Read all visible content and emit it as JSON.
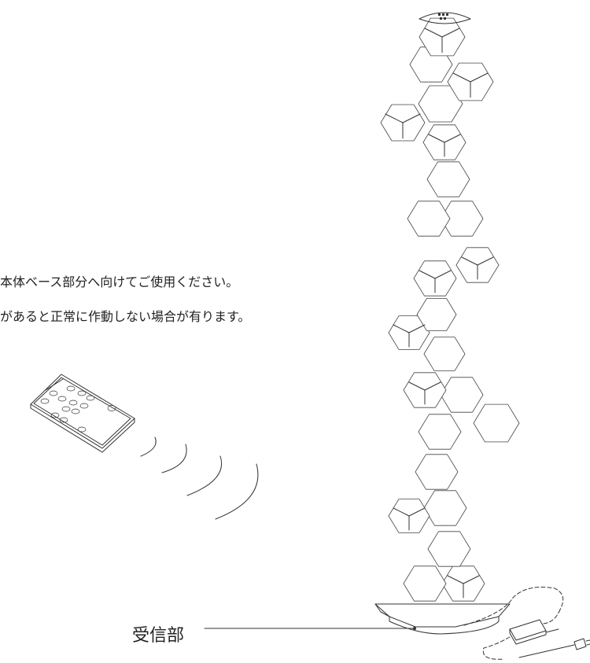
{
  "instructions": {
    "line1": "本体ベース部分へ向けてご使用ください。",
    "line2": "があると正常に作動しない場合が有ります。"
  },
  "receiver_label": "受信部",
  "colors": {
    "line": "#333333",
    "background": "#ffffff",
    "text": "#222222"
  },
  "icons": [
    "remote-control-icon",
    "signal-wave-icon",
    "hexagon-lamp-icon",
    "power-adapter-icon"
  ]
}
